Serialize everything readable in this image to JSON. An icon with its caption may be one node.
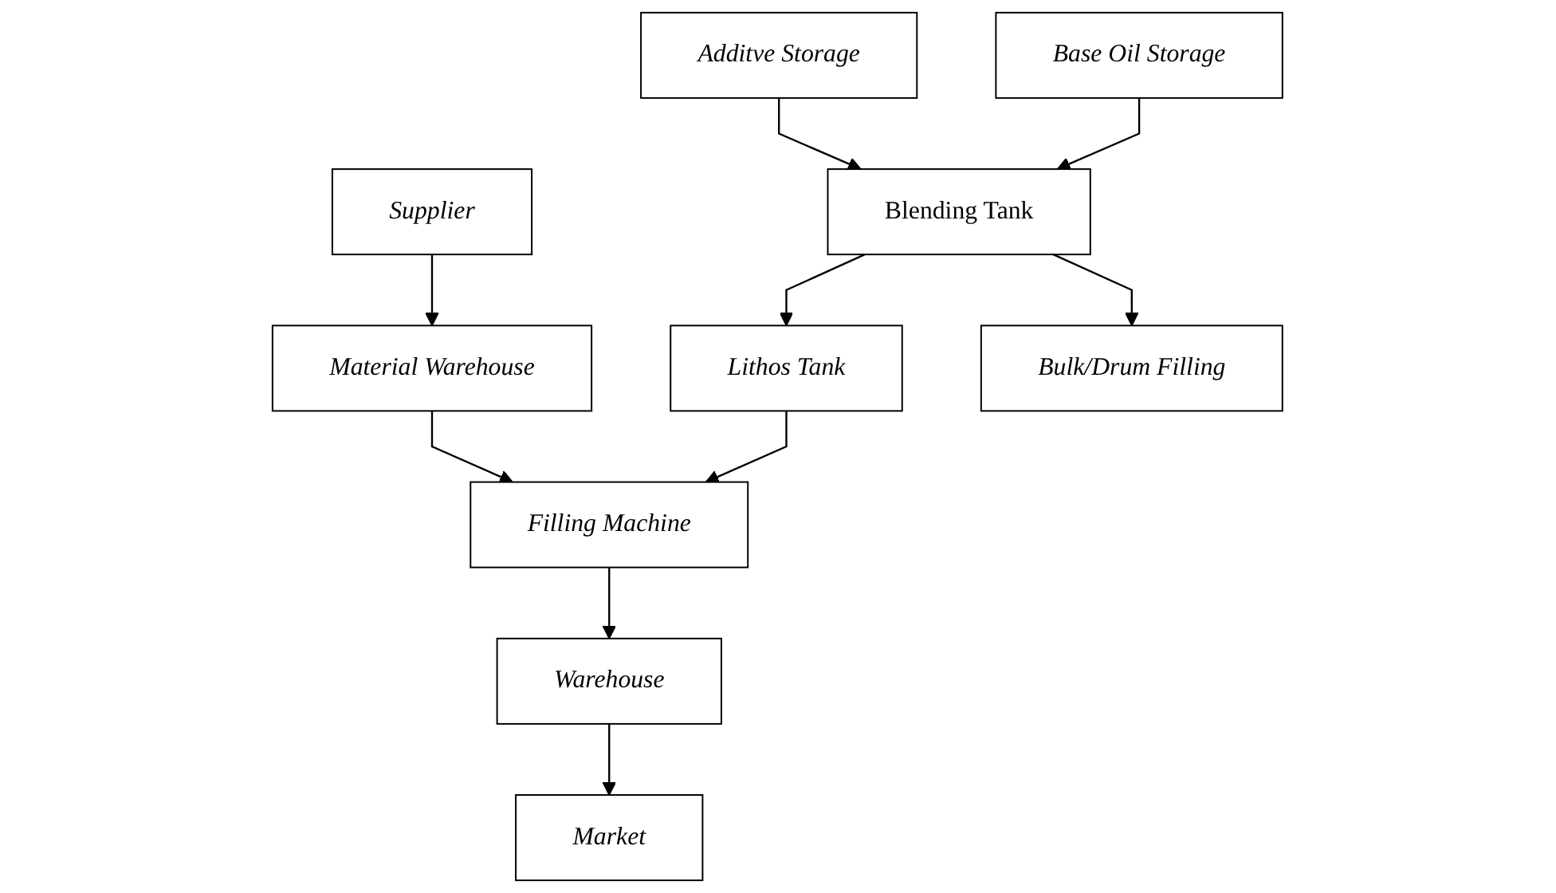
{
  "diagram": {
    "nodes": [
      {
        "text": [
          "Additve Storage"
        ]
      },
      {
        "text": [
          "Base Oil Storage"
        ]
      },
      {
        "text": [
          "Blending Tank"
        ]
      },
      {
        "text": [
          "Supplier"
        ]
      },
      {
        "text": [
          "Material Warehouse"
        ]
      },
      {
        "text": [
          "Lithos Tank"
        ]
      },
      {
        "text": [
          "Filling Machine"
        ]
      },
      {
        "text": [
          "Warehouse"
        ]
      },
      {
        "text": [
          "Market"
        ]
      },
      {
        "text": [
          "Bulk/Drum Filling"
        ]
      }
    ],
    "edges": [
      {
        "from": 0,
        "to": 2,
        "arrow": "to"
      },
      {
        "from": 1,
        "to": 2,
        "arrow": "to"
      },
      {
        "from": 3,
        "to": 4,
        "arrow": "to"
      },
      {
        "from": 2,
        "to": 5,
        "arrow": "to"
      },
      {
        "from": 2,
        "to": 9,
        "arrow": "to"
      },
      {
        "from": 4,
        "to": 6,
        "arrow": "to"
      },
      {
        "from": 5,
        "to": 6,
        "arrow": "to"
      },
      {
        "from": 6,
        "to": 7,
        "arrow": "to"
      },
      {
        "from": 7,
        "to": 8,
        "arrow": "to"
      }
    ]
  }
}
